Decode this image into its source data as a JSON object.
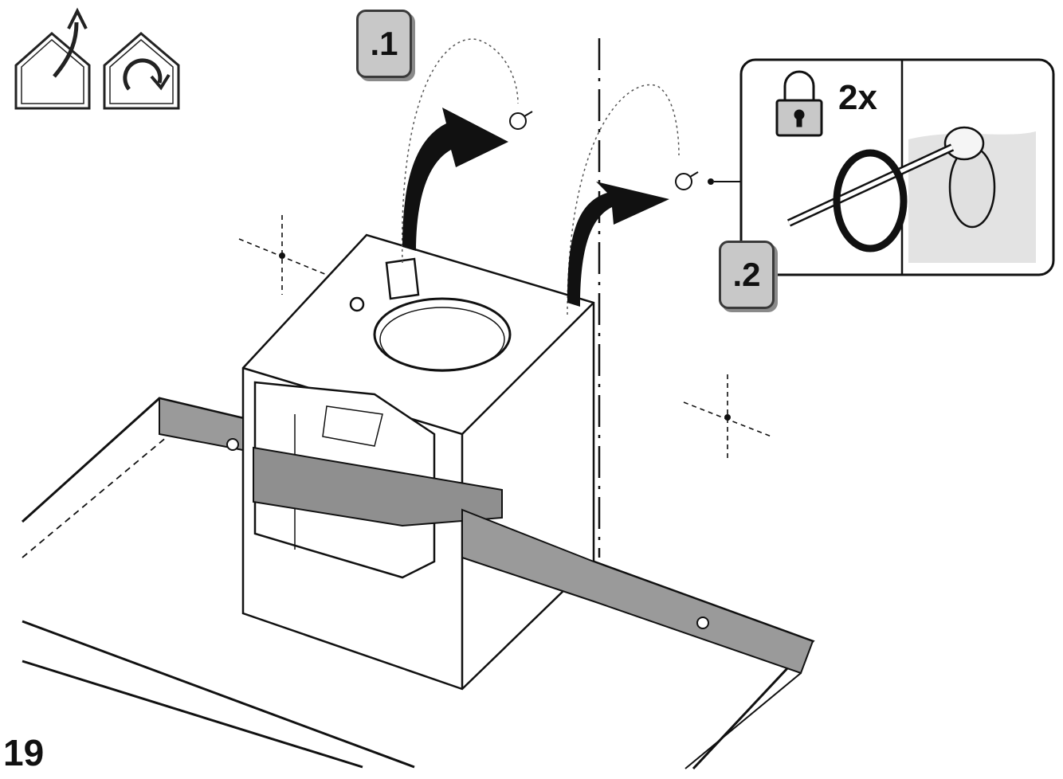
{
  "steps": [
    {
      "label": ".1"
    },
    {
      "label": ".2"
    }
  ],
  "detail": {
    "repeat_count": "2x"
  },
  "figure": {
    "number": "19"
  },
  "icons": [
    "ventilation-out-icon",
    "recirculation-icon",
    "padlock-icon",
    "screwdriver-icon",
    "screw-icon"
  ],
  "colors": {
    "line": "#111111",
    "tape": "#8f8f8f",
    "badge": "#c8c8c8",
    "wall": "#e3e3e3"
  }
}
